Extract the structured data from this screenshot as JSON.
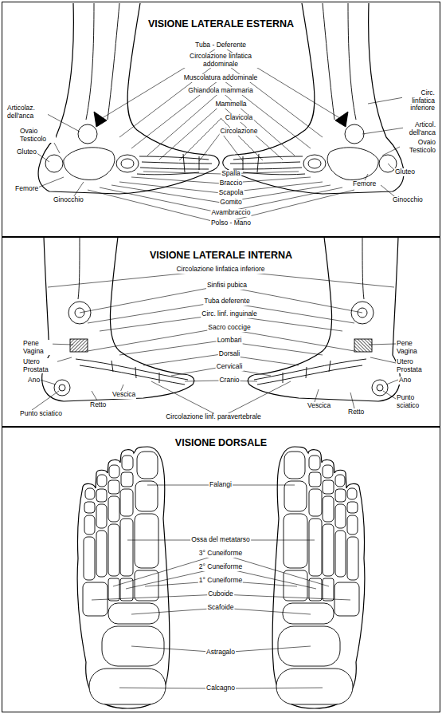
{
  "diagram": {
    "nodes": [
      {
        "text": [
          "VISIONE LATERALE ESTERNA"
        ]
      },
      {
        "text": [
          "VISIONE LATERALE INTERNA"
        ]
      },
      {
        "text": [
          "VISIONE DORSALE"
        ]
      }
    ],
    "labels": [
      "Articolaz. dell'anca",
      "Ovaio Testicolo",
      "Gluteo",
      "Femore",
      "Ginocchio",
      "Tuba - Deferente",
      "Circolazione linfatica addominale",
      "Muscolatura addominale",
      "Ghiandola mammaria",
      "Mammella",
      "Clavicola",
      "Circolazione",
      "Spalla",
      "Braccio",
      "Scapola",
      "Gomito",
      "Avambraccio",
      "Polso - Mano",
      "Circ. linfatica inferiore",
      "Articol. dell'anca",
      "Ovaio Testicolo",
      "Gluteo",
      "Femore",
      "Ginocchio",
      "Circolazione linfatica inferiore",
      "Sinfisi pubica",
      "Tuba deferente",
      "Circ. linf. inguinale",
      "Sacro coccige",
      "Lombari",
      "Dorsali",
      "Cervicali",
      "Cranio",
      "Pene Vagina",
      "Utero Prostata",
      "Ano",
      "Punto sciatico",
      "Retto",
      "Vescica",
      "Circolazione linf. paravertebrale",
      "Vescica",
      "Retto",
      "Pene Vagina",
      "Utero Prostata",
      "Ano",
      "Punto sciatico",
      "Falangi",
      "Ossa del metatarso",
      "3° Cuneiforme",
      "2° Cuneiforme",
      "1° Cuneiforme",
      "Cuboide",
      "Scafoide",
      "Astragalo",
      "Calcagno"
    ]
  }
}
